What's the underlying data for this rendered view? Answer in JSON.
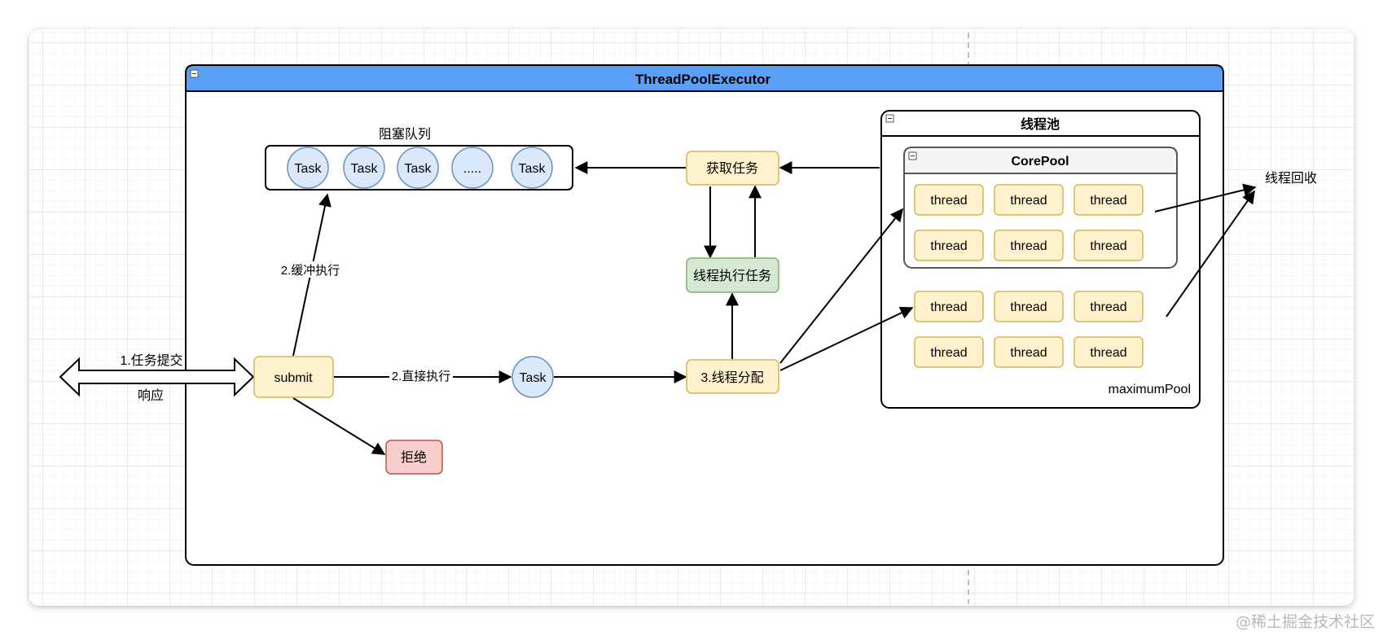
{
  "container": {
    "title": "ThreadPoolExecutor",
    "header_color": "#5aa0f8"
  },
  "queue": {
    "label": "阻塞队列",
    "items": [
      "Task",
      "Task",
      "Task",
      ".....",
      "Task"
    ]
  },
  "submit": {
    "label": "submit"
  },
  "reject": {
    "label": "拒绝"
  },
  "direct_task": {
    "label": "Task"
  },
  "get_task": {
    "label": "获取任务"
  },
  "execute_task": {
    "label": "线程执行任务"
  },
  "dispatch": {
    "label": "3.线程分配"
  },
  "thread_pool": {
    "title": "线程池",
    "core_pool": {
      "title": "CorePool",
      "threads": [
        "thread",
        "thread",
        "thread",
        "thread",
        "thread",
        "thread"
      ]
    },
    "extra_threads": [
      "thread",
      "thread",
      "thread",
      "thread",
      "thread",
      "thread"
    ],
    "footer": "maximumPool"
  },
  "recycle": {
    "label": "线程回收"
  },
  "edges": {
    "submit_task": "1.任务提交",
    "response": "响应",
    "buffer": "2.缓冲执行",
    "direct": "2.直接执行"
  },
  "watermark": "@稀土掘金技术社区",
  "colors": {
    "yellow_fill": "#fff2cc",
    "yellow_stroke": "#d6b656",
    "blue_fill": "#dae8fc",
    "blue_stroke": "#6c8ebf",
    "green_fill": "#d5e8d4",
    "green_stroke": "#82b366",
    "red_fill": "#f8cecc",
    "red_stroke": "#b85450"
  }
}
